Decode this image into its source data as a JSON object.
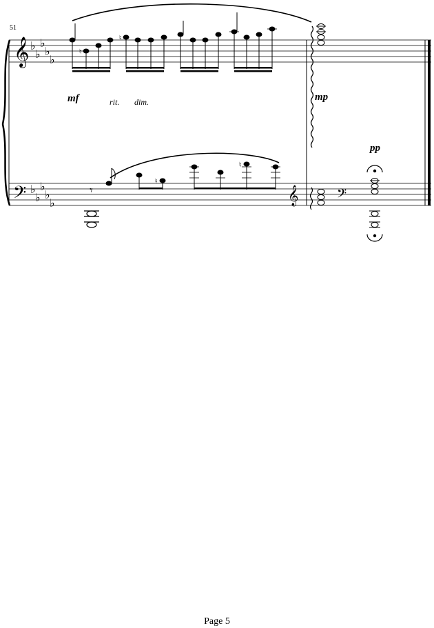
{
  "score": {
    "measure_number": "51",
    "dynamics": {
      "mf": "mf",
      "rit": "rit.",
      "dim": "dim.",
      "mp": "mp",
      "pp": "pp"
    },
    "key_signature": "5 flats",
    "clefs": {
      "upper": "treble",
      "lower_start": "bass",
      "lower_change": "treble",
      "lower_end": "bass"
    }
  },
  "footer": {
    "page_label": "Page 5"
  }
}
